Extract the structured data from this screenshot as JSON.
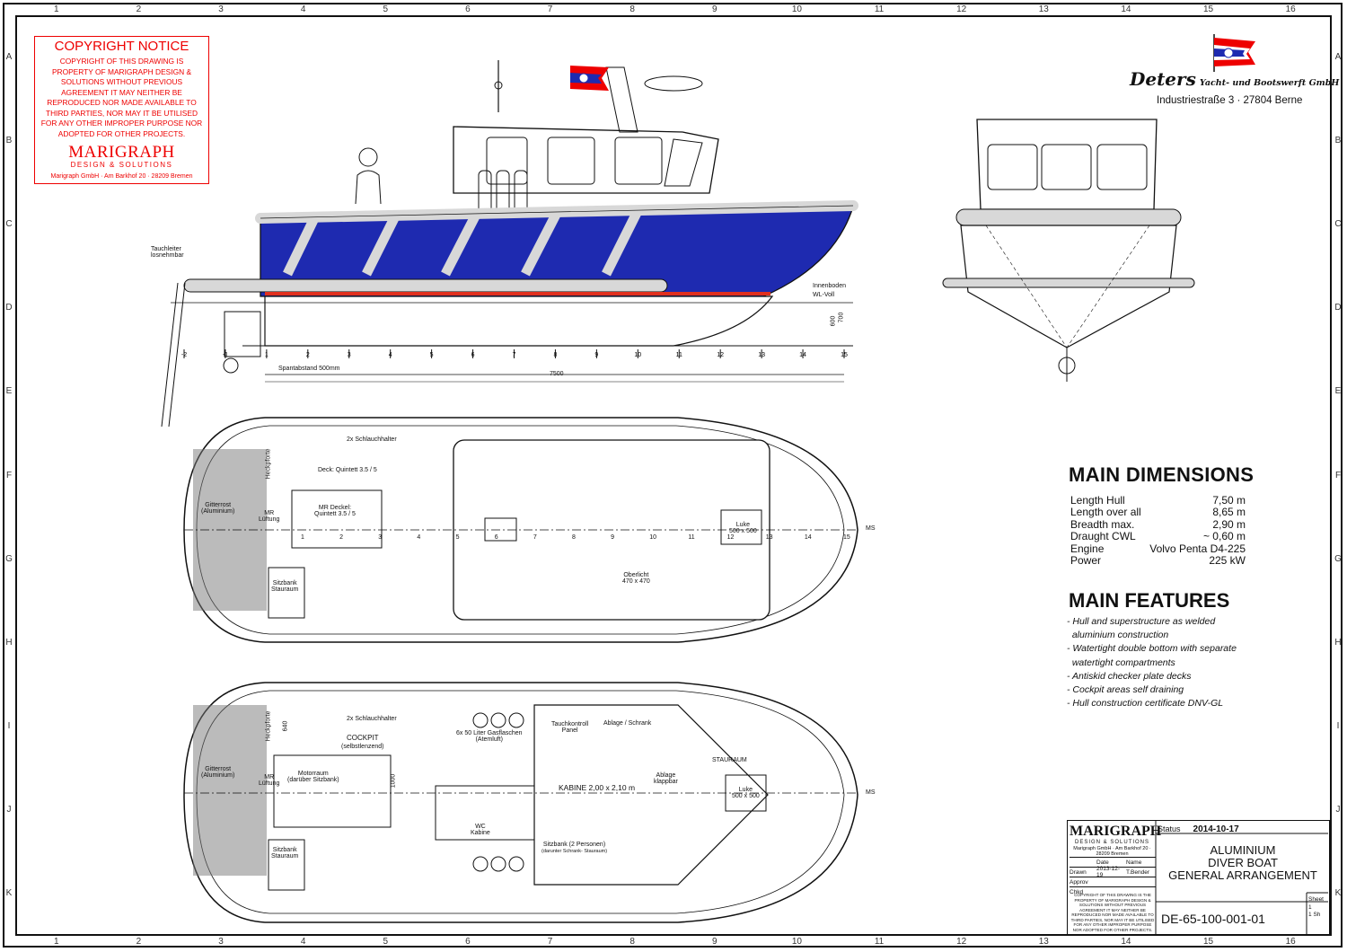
{
  "border": {
    "zones_top": [
      "1",
      "2",
      "3",
      "4",
      "5",
      "6",
      "7",
      "8",
      "9",
      "10",
      "11",
      "12",
      "13",
      "14",
      "15",
      "16"
    ],
    "zones_side": [
      "A",
      "B",
      "C",
      "D",
      "E",
      "F",
      "G",
      "H",
      "I",
      "J",
      "K"
    ]
  },
  "copyright": {
    "title": "COPYRIGHT NOTICE",
    "text": "COPYRIGHT OF THIS DRAWING IS PROPERTY OF MARIGRAPH DESIGN & SOLUTIONS WITHOUT PREVIOUS AGREEMENT IT MAY NEITHER BE REPRODUCED NOR MADE AVAILABLE TO THIRD PARTIES, NOR MAY IT BE UTILISED FOR ANY OTHER IMPROPER PURPOSE NOR ADOPTED FOR OTHER PROJECTS.",
    "logo": "MARIGRAPH",
    "logo_sub": "DESIGN & SOLUTIONS",
    "address": "Marigraph GmbH · Am Barkhof 20 · 28209 Bremen",
    "color": "#e00000"
  },
  "yard": {
    "name": "Deters",
    "name_sub": "Yacht- und Bootswerft GmbH",
    "address": "Industriestraße 3 · 27804 Berne"
  },
  "profile": {
    "labels": {
      "ladder": "Tauchleiter",
      "ladder2": "losnehmbar",
      "innenboden": "Innenboden",
      "wl": "WL-Voll",
      "frame_spacing": "Spantabstand 500mm",
      "length_dim": "7500",
      "dim600": "600",
      "dim700": "700"
    },
    "frames": [
      "-2",
      "-1",
      "1",
      "2",
      "3",
      "4",
      "5",
      "6",
      "7",
      "8",
      "9",
      "10",
      "11",
      "12",
      "13",
      "14",
      "15"
    ],
    "colors": {
      "hull": "#1e2ab0",
      "stripe": "#e0301e",
      "fender": "#d8d8d8"
    }
  },
  "deck_plan": {
    "labels": {
      "hose": "2x Schlauchhalter",
      "deck": "Deck: Quintett 3.5 / 5",
      "grating": "Gitterrost",
      "grating2": "(Aluminium)",
      "mr_deck": "MR Deckel:",
      "mr_deck2": "Quintett 3.5 / 5",
      "mr_vent": "MR",
      "mr_vent2": "Lüftung",
      "bench": "Sitzbank",
      "bench2": "Stauraum",
      "hatch": "Luke",
      "hatch2": "500 x 500",
      "skylight": "Oberlicht",
      "skylight2": "470 x 470",
      "heckpforte": "Heckpforte",
      "ms": "MS"
    },
    "frames": [
      "1",
      "2",
      "3",
      "4",
      "5",
      "6",
      "7",
      "8",
      "9",
      "10",
      "11",
      "12",
      "13",
      "14",
      "15"
    ]
  },
  "arrangement_plan": {
    "labels": {
      "hose": "2x Schlauchhalter",
      "cockpit": "COCKPIT",
      "cockpit2": "(selbstlenzend)",
      "grating": "Gitterrost",
      "grating2": "(Aluminium)",
      "engine": "Motorraum",
      "engine2": "(darüber Sitzbank)",
      "mr_vent": "MR",
      "mr_vent2": "Lüftung",
      "bench": "Sitzbank",
      "bench2": "Stauraum",
      "gas": "6x 50 Liter Gasflaschen",
      "gas2": "(Atemluft)",
      "dive_panel": "Tauchkontroll",
      "dive_panel2": "Panel",
      "shelf": "Ablage / Schrank",
      "cabin": "KABINE 2,00 x 2,10 m",
      "shelf2": "Ablage",
      "shelf2b": "klappbar",
      "storage": "STAURAUM",
      "hatch": "Luke",
      "hatch2": "500 x 500",
      "wc": "WC",
      "wc2": "Kabine",
      "seat": "Sitzbank (2 Personen)",
      "seat2": "(darunter Schrank- Stauraum)",
      "heckpforte": "Heckpforte",
      "dim640": "640",
      "dim1000": "1000",
      "ms": "MS"
    }
  },
  "main_dimensions": {
    "title": "MAIN DIMENSIONS",
    "rows": [
      {
        "label": "Length Hull",
        "value": "7,50 m"
      },
      {
        "label": "Length over all",
        "value": "8,65 m"
      },
      {
        "label": "Breadth max.",
        "value": "2,90 m"
      },
      {
        "label": "Draught CWL",
        "value": "~ 0,60 m"
      },
      {
        "label": "Engine",
        "value": "Volvo Penta D4-225"
      },
      {
        "label": "Power",
        "value": "225 kW"
      }
    ]
  },
  "main_features": {
    "title": "MAIN FEATURES",
    "items": [
      "- Hull and superstructure as welded",
      "  aluminium construction",
      "- Watertight double bottom with separate",
      "  watertight compartments",
      "- Antiskid checker plate decks",
      "- Cockpit areas self draining",
      "- Hull construction certificate DNV-GL"
    ]
  },
  "title_block": {
    "logo": "MARIGRAPH",
    "logo_sub": "DESIGN & SOLUTIONS",
    "logo_addr": "Marigraph GmbH · Am Barkhof 20 · 28209 Bremen",
    "status_label": "Status",
    "status_date": "2014-10-17",
    "date_label": "Date",
    "name_label": "Name",
    "drawn_label": "Drawn",
    "drawn_date": "2013-12-19",
    "drawn_name": "T.Bender",
    "approv_label": "Approv",
    "chkd_label": "Chkd",
    "note": "COPYRIGHT OF THIS DRAWING IS THE PROPERTY OF MARIGRAPH DESIGN & SOLUTIONS WITHOUT PREVIOUS AGREEMENT IT MAY NEITHER BE REPRODUCED NOR MADE AVAILABLE TO THIRD PARTIES, NOR MAY IT BE UTILISED FOR ANY OTHER IMPROPER PURPOSE NOR ADOPTED FOR OTHER PROJECTS.",
    "title1": "ALUMINIUM",
    "title2": "DIVER BOAT",
    "title3": "GENERAL ARRANGEMENT",
    "drawing_no": "DE-65-100-001-01",
    "sheet_label": "Sheet",
    "sheet_no": "1",
    "sheets": "1",
    "sheets_label": "Sh"
  }
}
